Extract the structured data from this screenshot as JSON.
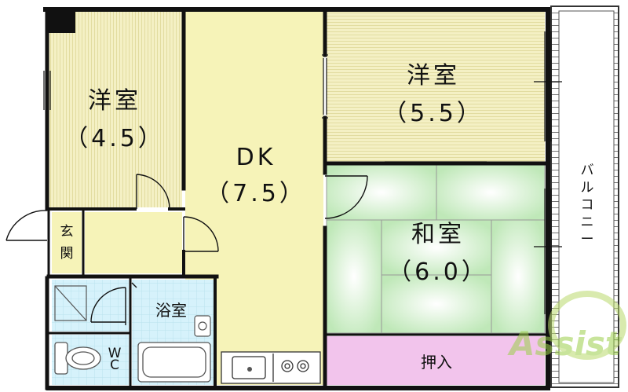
{
  "rooms": {
    "western_room_1": {
      "name": "洋室",
      "size": "（4.5）"
    },
    "western_room_2": {
      "name": "洋室",
      "size": "（5.5）"
    },
    "dining_kitchen": {
      "name": "DK",
      "size": "（7.5）"
    },
    "japanese_room": {
      "name": "和室",
      "size": "（6.0）"
    },
    "bathroom": {
      "name": "浴室"
    },
    "entrance": {
      "name": "玄関"
    },
    "closet": {
      "name": "押入"
    },
    "toilet": {
      "name": "WC"
    },
    "balcony": {
      "name": "バルコニー"
    }
  },
  "colors": {
    "wall": "#111111",
    "western_floor": "#f4f0c4",
    "dk_floor": "#f6f3b8",
    "tatami": "#cfeec9",
    "closet": "#f2c4ec",
    "wet_area": "#cfeffc",
    "hall_floor": "#f6f3b8"
  },
  "watermark": {
    "text": "Assist"
  }
}
